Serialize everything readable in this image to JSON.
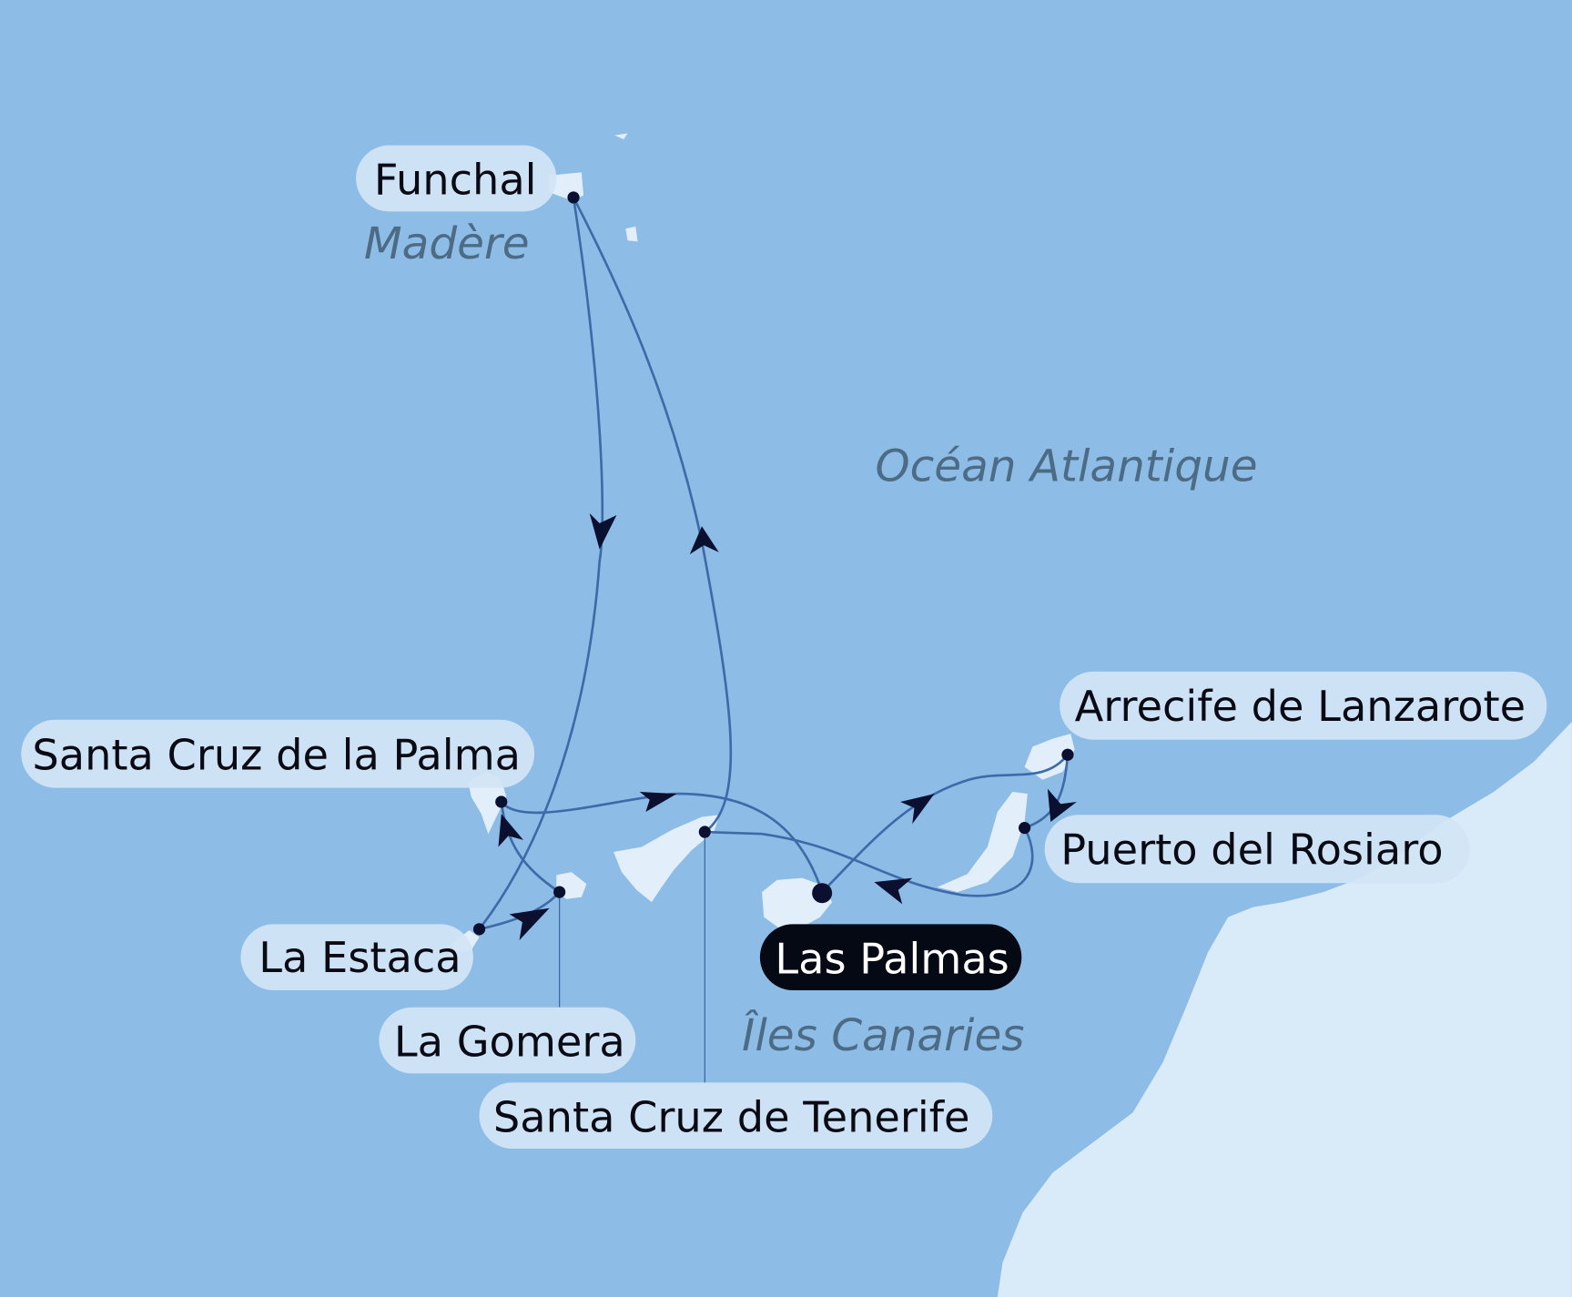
{
  "map": {
    "colors": {
      "sea": "#8dbde6",
      "land": "#d9eaf8",
      "route": "#3d6aa8",
      "port_dot": "#0b1030",
      "label_pill": "#d3e5f5",
      "home_pill": "#050914",
      "region_label": "#4d6b84"
    },
    "regions": {
      "madeira": "Madère",
      "ocean": "Océan Atlantique",
      "canaries": "Îles Canaries"
    },
    "ports": {
      "funchal": "Funchal",
      "santa_cruz_la_palma": "Santa Cruz de la Palma",
      "la_estaca": "La Estaca",
      "la_gomera": "La Gomera",
      "santa_cruz_tenerife": "Santa Cruz de Tenerife",
      "las_palmas": "Las Palmas",
      "arrecife": "Arrecife de Lanzarote",
      "puerto_rosario": "Puerto del Rosiaro"
    },
    "home_port": "Las Palmas",
    "itinerary_icons": [
      "port-dot-icon",
      "direction-arrow-icon"
    ]
  }
}
